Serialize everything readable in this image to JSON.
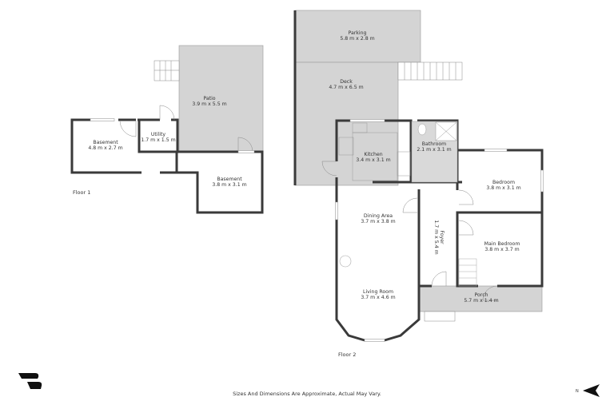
{
  "floor_1": {
    "label": "Floor 1",
    "rooms": [
      {
        "name": "Patio",
        "dims": "3.9 m x 5.5 m"
      },
      {
        "name": "Utility",
        "dims": "1.7 m x 1.5 m"
      },
      {
        "name": "Basement",
        "dims": "4.8 m x 2.7 m"
      },
      {
        "name": "Basement",
        "dims": "3.8 m x 3.1 m"
      }
    ]
  },
  "floor_2": {
    "label": "Floor 2",
    "rooms": [
      {
        "name": "Parking",
        "dims": "5.8 m x 2.8 m"
      },
      {
        "name": "Deck",
        "dims": "4.7 m x 6.5 m"
      },
      {
        "name": "Kitchen",
        "dims": "3.4 m x 3.1 m"
      },
      {
        "name": "Bathroom",
        "dims": "2.1 m x 3.1 m"
      },
      {
        "name": "Bedroom",
        "dims": "3.8 m x 3.1 m"
      },
      {
        "name": "Dining Area",
        "dims": "3.7 m x 3.8 m"
      },
      {
        "name": "Foyer",
        "dims": "1.7 m x 5.4 m"
      },
      {
        "name": "Main Bedroom",
        "dims": "3.8 m x 3.7 m"
      },
      {
        "name": "Living Room",
        "dims": "3.7 m x 4.6 m"
      },
      {
        "name": "Porch",
        "dims": "5.7 m x 1.4 m"
      }
    ]
  },
  "footer": {
    "disclaimer": "Sizes And Dimensions Are Approximate, Actual May Vary.",
    "compass_label": "N"
  },
  "colors": {
    "wall": "#3a3a3a",
    "outdoor_fill": "#d4d4d4",
    "indoor_fill": "#ffffff",
    "text": "#333333"
  }
}
